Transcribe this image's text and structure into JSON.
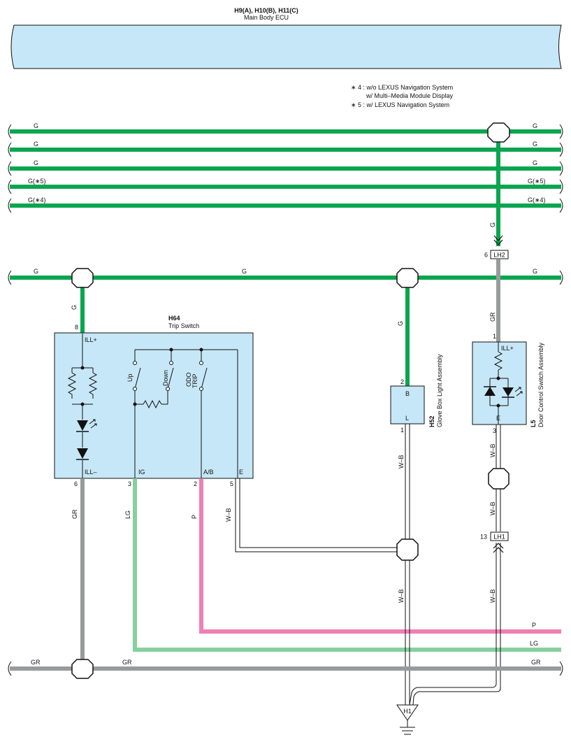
{
  "ecu": {
    "code": "H9(A), H10(B), H11(C)",
    "name": "Main Body ECU"
  },
  "notes": {
    "n4_line1": "∗ 4 : w/o LEXUS Navigation System",
    "n4_line2": "w/ Multi–Media Module Display",
    "n5": "∗ 5 : w/ LEXUS Navigation System"
  },
  "bus": {
    "g": "G",
    "g5": "G(∗5)",
    "g4": "G(∗4)",
    "gr": "GR",
    "p": "P",
    "lg": "LG",
    "wb": "W–B"
  },
  "connectors": {
    "lh2": "LH2",
    "lh2_pin": "6",
    "lh1": "LH1",
    "lh1_pin": "13",
    "ground": "H1"
  },
  "trip_switch": {
    "code": "H64",
    "name": "Trip Switch",
    "pin_ill_plus": "8",
    "ill_plus": "ILL+",
    "pin_ill_minus": "6",
    "ill_minus": "ILL–",
    "pin_ig": "3",
    "ig": "IG",
    "pin_ab": "2",
    "ab": "A/B",
    "pin_e": "5",
    "e": "E",
    "sw_up": "Up",
    "sw_down": "Down",
    "sw_odo": "ODO",
    "sw_trip": "TRIP"
  },
  "glove_box": {
    "code": "H52",
    "name": "Glove Box Light Assembly",
    "pin_b": "2",
    "b": "B",
    "pin_l": "1",
    "l": "L"
  },
  "door_switch": {
    "code": "L5",
    "name": "Door Control Switch Assembly",
    "pin_ill": "1",
    "ill": "ILL+",
    "pin_e": "3",
    "e": "E"
  },
  "colors": {
    "green": "#0aa64f",
    "gray": "#999a9c",
    "pink": "#ef7fb4",
    "light_green": "#86d0a0",
    "box": "#c6e7f7"
  }
}
